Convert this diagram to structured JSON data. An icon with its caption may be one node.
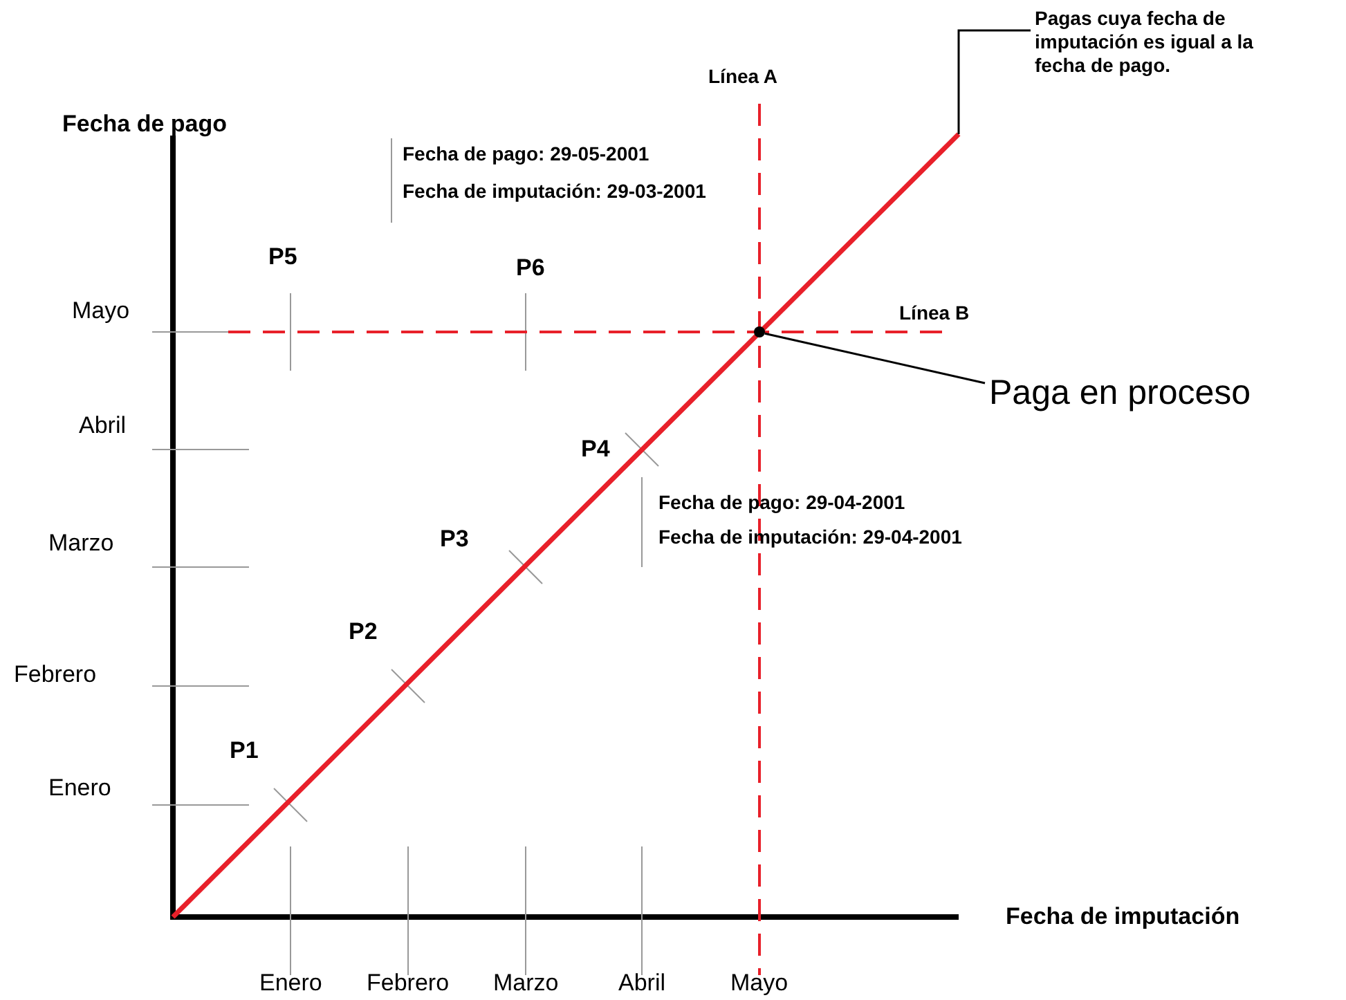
{
  "diagram": {
    "nodes": [
      {
        "text": [
          "Pagas cuya fecha de imputación es igual a la fecha de pago."
        ]
      },
      {
        "text": [
          "Paga en proceso"
        ]
      },
      {
        "text": [],
        "shape": "circle"
      }
    ],
    "edges": [
      {
        "from": 0,
        "to": null,
        "arrow": "none"
      },
      {
        "from": 1,
        "to": 2,
        "arrow": "none"
      }
    ],
    "labels": [
      "Fecha de pago",
      "Línea A",
      "Fecha de pago: 29-05-2001",
      "Fecha de imputación: 29-03-2001",
      "P5",
      "P6",
      "Mayo",
      "Línea B",
      "Abril",
      "P4",
      "Fecha de pago: 29-04-2001",
      "Marzo",
      "P3",
      "Fecha de imputación: 29-04-2001",
      "P2",
      "Febrero",
      "P1",
      "Enero",
      "Fecha de imputación",
      "Enero",
      "Febrero",
      "Marzo",
      "Abril",
      "Mayo"
    ]
  }
}
